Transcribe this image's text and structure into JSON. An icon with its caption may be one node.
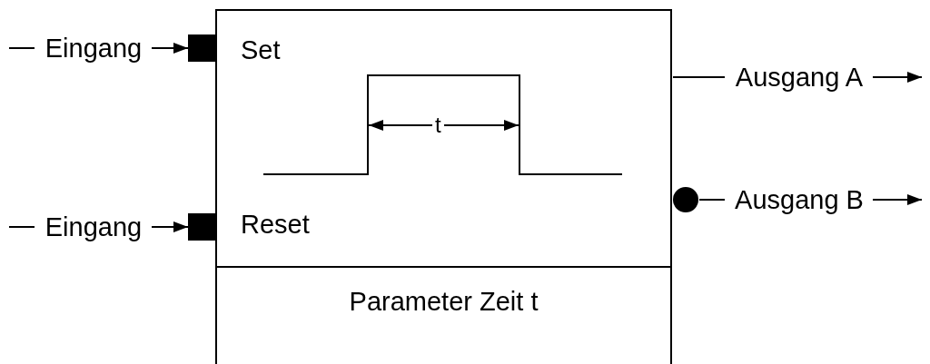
{
  "diagram": {
    "nodes": [
      {
        "text": [
          "Set",
          "Reset"
        ]
      },
      {
        "text": [
          "Parameter Zeit t"
        ]
      },
      {
        "text": [
          "Eingang"
        ]
      },
      {
        "text": [],
        "shape": "box"
      },
      {
        "text": [
          "Eingang"
        ]
      },
      {
        "text": [],
        "shape": "box"
      },
      {
        "text": [
          "Ausgang A"
        ]
      },
      {
        "text": [],
        "shape": "circle"
      },
      {
        "text": [
          "Ausgang B"
        ]
      }
    ],
    "edges": [
      {
        "from": null,
        "to": 2,
        "arrow": "none"
      },
      {
        "from": 2,
        "to": 3,
        "arrow": "to"
      },
      {
        "from": null,
        "to": 4,
        "arrow": "none"
      },
      {
        "from": 4,
        "to": 5,
        "arrow": "to"
      },
      {
        "from": 0,
        "to": 6,
        "arrow": "none"
      },
      {
        "from": 6,
        "to": null,
        "arrow": "to"
      },
      {
        "from": 7,
        "to": 8,
        "arrow": "none"
      },
      {
        "from": 8,
        "to": null,
        "arrow": "to"
      }
    ],
    "labels": [
      "t"
    ]
  }
}
